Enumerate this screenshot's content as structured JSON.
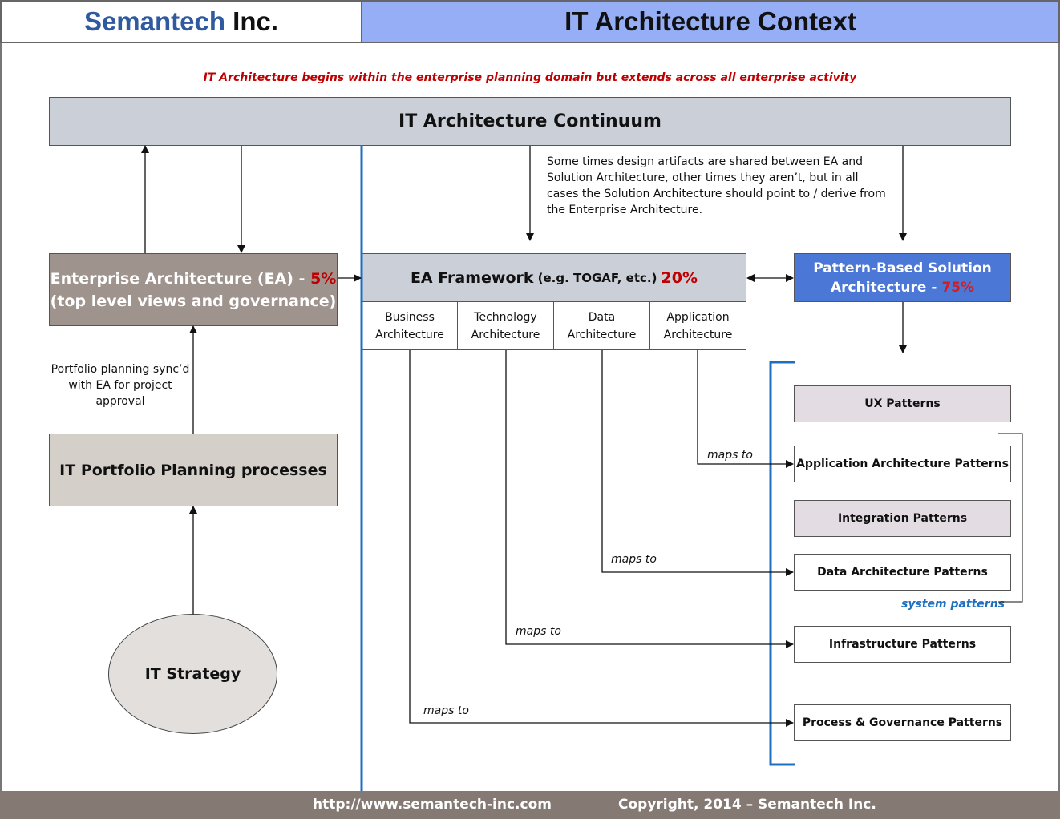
{
  "header": {
    "company_blue": "Semantech",
    "company_black": " Inc.",
    "title": "IT Architecture Context",
    "colors": {
      "title_band": "#95aef5",
      "company_blue": "#2f5aa0"
    }
  },
  "intro_note": "IT Architecture begins within the enterprise planning domain but extends across all enterprise activity",
  "continuum": "IT Architecture Continuum",
  "share_note": "Some times design artifacts are shared between EA and Solution Architecture, other times they aren’t, but in all cases the Solution Architecture should point to / derive from the Enterprise Architecture.",
  "ea": {
    "line1": "Enterprise Architecture (EA) - ",
    "pct": "5%",
    "line2": "(top level views and governance)"
  },
  "portfolio_note": "Portfolio planning sync’d with EA for project approval",
  "portfolio": "IT Portfolio Planning processes",
  "strategy": "IT Strategy",
  "framework": {
    "label": "EA Framework",
    "example": "(e.g. TOGAF, etc.)",
    "pct": "20%",
    "subs": [
      {
        "line1": "Business",
        "line2": "Architecture"
      },
      {
        "line1": "Technology",
        "line2": "Architecture"
      },
      {
        "line1": "Data",
        "line2": "Architecture"
      },
      {
        "line1": "Application",
        "line2": "Architecture"
      }
    ]
  },
  "solution": {
    "line1": "Pattern-Based Solution",
    "line2": "Architecture - ",
    "pct": "75%"
  },
  "patterns": [
    "UX Patterns",
    "Application Architecture Patterns",
    "Integration Patterns",
    "Data Architecture Patterns",
    "Infrastructure Patterns",
    "Process & Governance Patterns"
  ],
  "system_patterns": "system patterns",
  "maps_to": [
    "maps to",
    "maps to",
    "maps to",
    "maps to"
  ],
  "footer": {
    "url": "http://www.semantech-inc.com",
    "copyright": "Copyright, 2014 – Semantech Inc."
  },
  "colors": {
    "accent_red": "#c00000",
    "divider_blue": "#1f6fc0",
    "solution_blue": "#4b77d6",
    "footer": "#857a73"
  }
}
